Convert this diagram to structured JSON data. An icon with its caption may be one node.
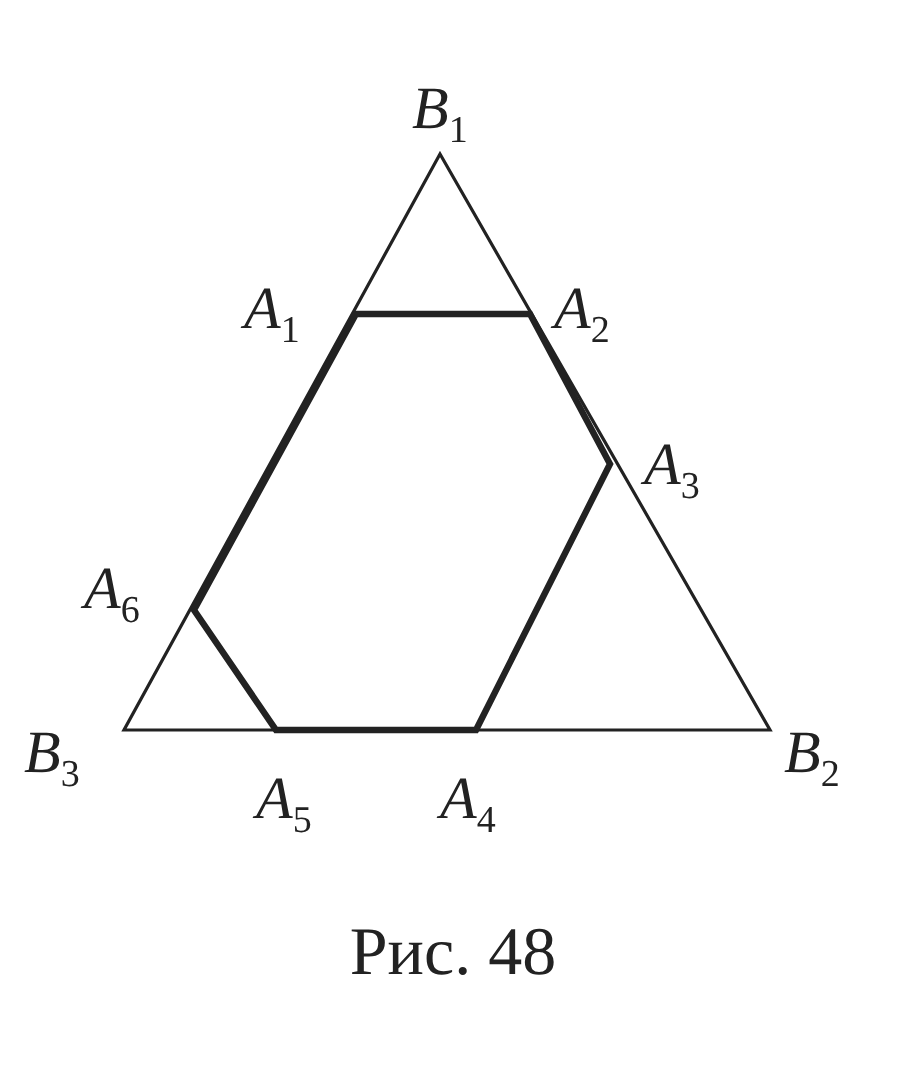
{
  "diagram": {
    "caption": "Рис. 48",
    "labels": [
      "B$_{1}$",
      "A$_{1}$",
      "A$_{2}$",
      "A$_{3}$",
      "A$_{6}$",
      "B$_{3}$",
      "A$_{5}$",
      "A$_{4}$",
      "B$_{2}$"
    ]
  }
}
